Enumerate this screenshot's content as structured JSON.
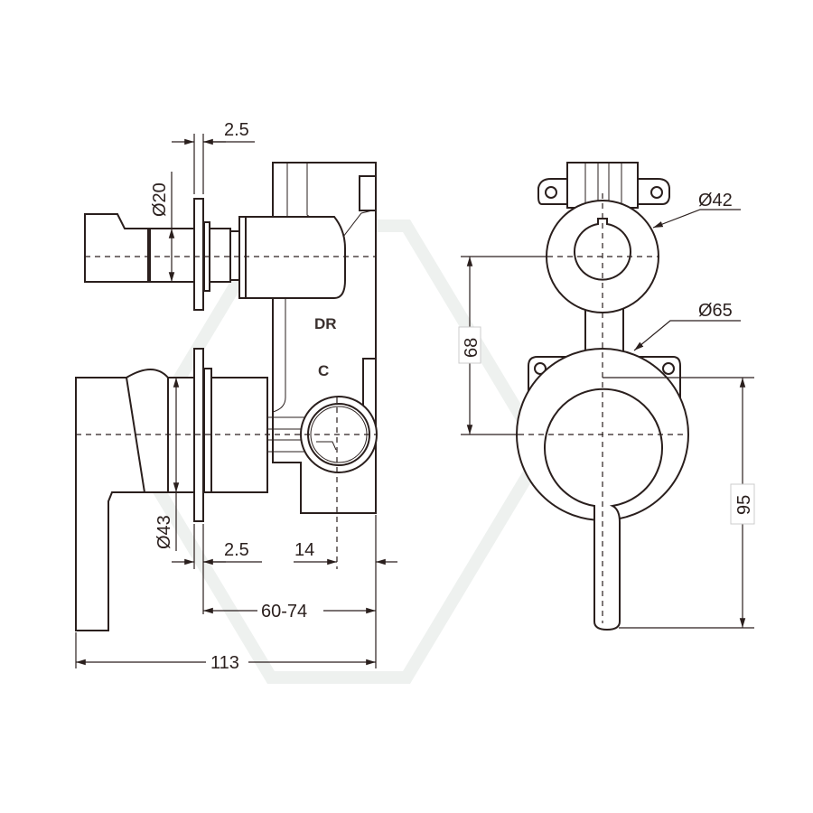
{
  "drawing": {
    "side_view": {
      "markings": {
        "dr": "DR",
        "c": "C"
      },
      "dimensions": {
        "flange_top": "2.5",
        "stem_diameter": "Ø20",
        "cylinder_diameter": "Ø43",
        "flange_bottom": "2.5",
        "outlet_offset": "14",
        "wall_depth": "60-74",
        "overall_depth": "113"
      }
    },
    "front_view": {
      "dimensions": {
        "diverter_plate": "Ø42",
        "mixer_plate": "Ø65",
        "centre_spacing": "68",
        "handle_length": "95"
      }
    },
    "colors": {
      "line": "#2a1f1d",
      "watermark": "#eef1ef"
    }
  }
}
